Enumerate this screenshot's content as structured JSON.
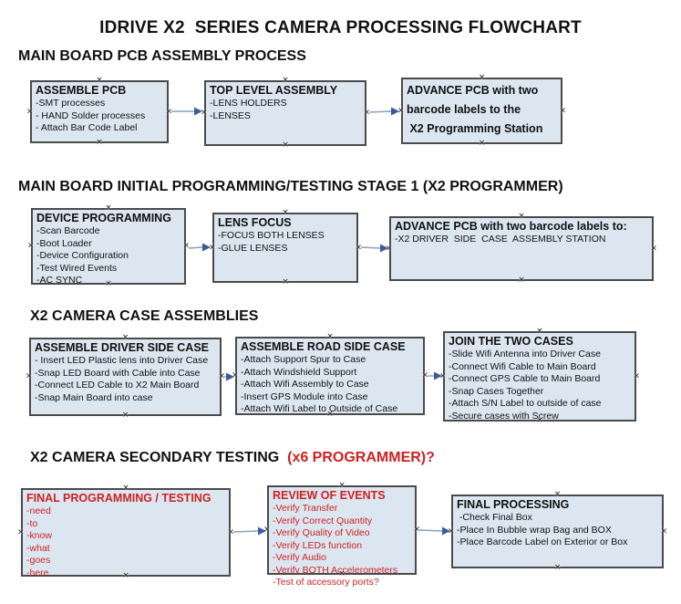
{
  "page": {
    "title": "IDRIVE X2  SERIES CAMERA PROCESSING FLOWCHART"
  },
  "colors": {
    "box_fill": "#dce6f1",
    "box_border": "#4a4a4a",
    "red_text": "#cc2222",
    "arrow_line": "#8ba1bd",
    "arrow_head": "#3b5c9b"
  },
  "decor": {
    "anchor_glyph": "×"
  },
  "sections": [
    {
      "heading": "MAIN BOARD PCB ASSEMBLY PROCESS",
      "boxes": [
        {
          "title": "ASSEMBLE PCB",
          "items": [
            "-SMT processes",
            "- HAND Solder processes",
            "- Attach Bar Code Label"
          ]
        },
        {
          "title": "TOP LEVEL ASSEMBLY",
          "items": [
            "-LENS HOLDERS",
            "-LENSES"
          ]
        },
        {
          "title": "",
          "items": [
            "ADVANCE PCB with two",
            "barcode labels to the",
            " X2 Programming Station"
          ]
        }
      ]
    },
    {
      "heading": "MAIN BOARD INITIAL PROGRAMMING/TESTING STAGE 1 (X2 PROGRAMMER)",
      "boxes": [
        {
          "title": "DEVICE PROGRAMMING",
          "items": [
            "-Scan Barcode",
            "-Boot Loader",
            "-Device Configuration",
            "-Test Wired Events",
            "-AC SYNC"
          ]
        },
        {
          "title": "LENS FOCUS",
          "items": [
            "-FOCUS BOTH LENSES",
            "-GLUE LENSES"
          ]
        },
        {
          "title": "ADVANCE PCB with two barcode labels to:",
          "items": [
            "-X2 DRIVER  SIDE  CASE  ASSEMBLY STATION"
          ]
        }
      ]
    },
    {
      "heading": "X2 CAMERA CASE ASSEMBLIES",
      "boxes": [
        {
          "title": "ASSEMBLE DRIVER SIDE CASE",
          "items": [
            "- Insert LED Plastic lens into Driver Case",
            "-Snap LED Board with Cable into Case",
            "-Connect LED Cable to X2 Main Board",
            "-Snap Main Board into case"
          ]
        },
        {
          "title": "ASSEMBLE ROAD SIDE CASE",
          "items": [
            "-Attach Support Spur to Case",
            "-Attach Windshield Support",
            "-Attach Wifi Assembly to Case",
            "-Insert GPS Module into Case",
            "-Attach Wifi Label to Outside of Case"
          ]
        },
        {
          "title": "JOIN THE TWO CASES",
          "items": [
            "-Slide Wifi Antenna into Driver Case",
            "-Connect Wifi Cable to Main Board",
            "-Connect GPS Cable to Main Board",
            "-Snap Cases Together",
            "-Attach S/N Label to outside of case",
            "-Secure cases with Screw"
          ]
        }
      ]
    },
    {
      "heading": "X2 CAMERA SECONDARY TESTING",
      "heading_red": "  (x6 PROGRAMMER)?",
      "boxes": [
        {
          "title": "FINAL PROGRAMMING / TESTING",
          "items": [
            "-need",
            "-to",
            "-know",
            "-what",
            "-goes",
            "-here"
          ]
        },
        {
          "title": "REVIEW OF EVENTS",
          "items": [
            "-Verify Transfer",
            "-Verify Correct Quantity",
            "-Verify Quality of Video",
            "-Verify LEDs function",
            "-Verify Audio",
            "-Verify BOTH Accelerometers",
            "-Test of accessory ports?"
          ]
        },
        {
          "title": "FINAL PROCESSING",
          "items": [
            " -Check Final Box",
            "-Place In Bubble wrap Bag and BOX",
            "-Place Barcode Label on Exterior or Box"
          ]
        }
      ]
    }
  ]
}
